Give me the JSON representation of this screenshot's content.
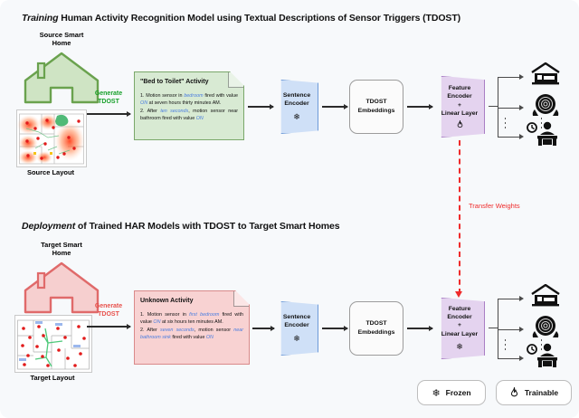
{
  "figure": {
    "background": "#f7f9fb",
    "accent_green": "#17a02a",
    "accent_red": "#e8514b",
    "transfer_color": "#ef2b2b",
    "highlight_color": "#4a7de0"
  },
  "training": {
    "title_italic": "Training",
    "title_rest": " Human Activity Recognition Model using Textual Descriptions of Sensor Triggers (TDOST)",
    "home_label": "Source Smart\nHome",
    "home_label_line1": "Source Smart",
    "home_label_line2": "Home",
    "layout_label": "Source Layout",
    "generate_line1": "Generate",
    "generate_line2": "TDOST",
    "note": {
      "title": "\"Bed to Toilet\" Activity",
      "line1_a": "1. Motion sensor in ",
      "line1_hl": "bedroom",
      "line1_b": " fired with value ",
      "line1_hl2": "ON",
      "line1_c": " at seven hours thirty minutes AM.",
      "line2_a": "2. After ",
      "line2_hl": "ten seconds",
      "line2_b": ", motion sensor near bathroom fired with value ",
      "line2_hl2": "ON"
    },
    "sentence_encoder": {
      "line1": "Sentence",
      "line2": "Encoder",
      "state_icon": "snowflake-icon",
      "state_glyph": "❄"
    },
    "embeddings": {
      "line1": "TDOST",
      "line2": "Embeddings"
    },
    "feature_encoder": {
      "line1": "Feature",
      "line2": "Encoder",
      "line3": "+",
      "line4": "Linear Layer",
      "state_icon": "flame-icon",
      "state_glyph": "🔥"
    },
    "activities": [
      {
        "name": "sleeping-activity-icon"
      },
      {
        "name": "showering-activity-icon"
      },
      {
        "name": "working-at-desk-activity-icon"
      }
    ]
  },
  "transfer": {
    "label": "Transfer Weights"
  },
  "deployment": {
    "title_italic": "Deployment",
    "title_rest": " of Trained HAR Models with TDOST to Target Smart Homes",
    "home_label_line1": "Target Smart",
    "home_label_line2": "Home",
    "layout_label": "Target Layout",
    "generate_line1": "Generate",
    "generate_line2": "TDOST",
    "note": {
      "title": "Unknown Activity",
      "line1_a": "1. Motion sensor in ",
      "line1_hl": "first bedroom",
      "line1_b": " fired with value ",
      "line1_hl2": "ON",
      "line1_c": " at six hours ten minutes AM.",
      "line2_a": "2. After ",
      "line2_hl": "seven seconds",
      "line2_b": ", motion sensor ",
      "line2_hl2": "near bathroom sink",
      "line2_c": " fired with value ",
      "line2_hl3": "ON"
    },
    "sentence_encoder": {
      "line1": "Sentence",
      "line2": "Encoder",
      "state_icon": "snowflake-icon",
      "state_glyph": "❄"
    },
    "embeddings": {
      "line1": "TDOST",
      "line2": "Embeddings"
    },
    "feature_encoder": {
      "line1": "Feature",
      "line2": "Encoder",
      "line3": "+",
      "line4": "Linear Layer",
      "state_icon": "snowflake-icon",
      "state_glyph": "❄"
    },
    "activities": [
      {
        "name": "sleeping-activity-icon"
      },
      {
        "name": "showering-activity-icon"
      },
      {
        "name": "working-at-desk-activity-icon"
      }
    ]
  },
  "legend": {
    "frozen": {
      "label": "Frozen",
      "glyph": "❄"
    },
    "trainable": {
      "label": "Trainable",
      "glyph": "🔥"
    }
  }
}
